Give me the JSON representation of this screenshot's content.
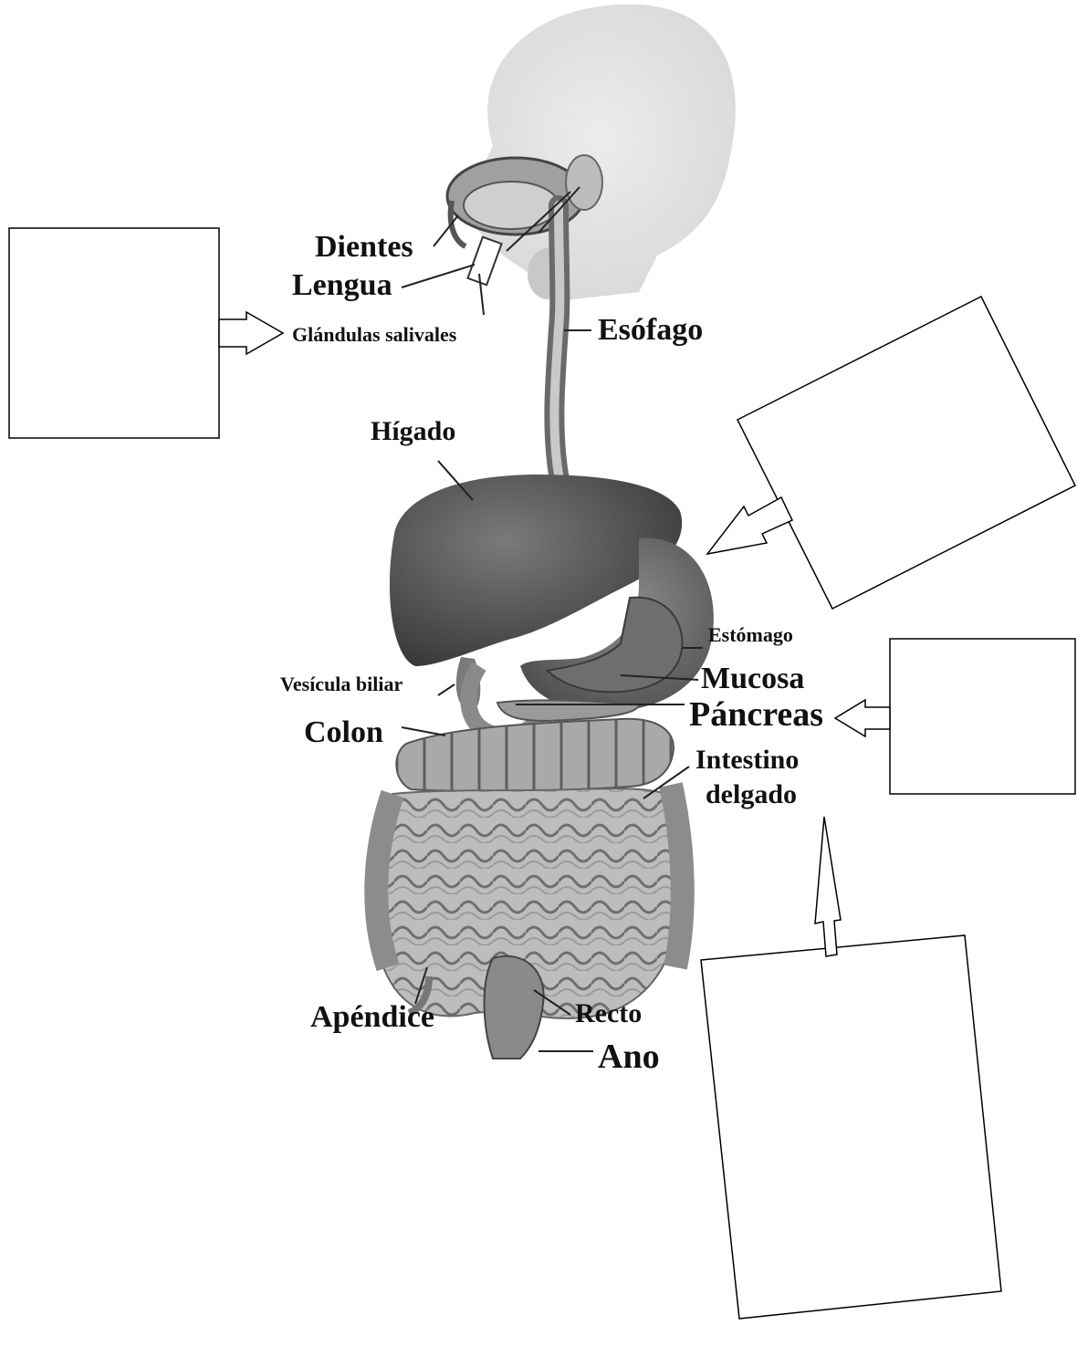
{
  "labels": {
    "dientes": "Dientes",
    "lengua": "Lengua",
    "glandulas": "Glándulas salivales",
    "esofago": "Esófago",
    "higado": "Hígado",
    "estomago": "Estómago",
    "mucosa": "Mucosa",
    "pancreas": "Páncreas",
    "vesicula": "Vesícula biliar",
    "colon": "Colon",
    "intestino_1": "Intestino",
    "intestino_2": "delgado",
    "apendice": "Apéndice",
    "recto": "Recto",
    "ano": "Ano"
  },
  "answer_boxes": [
    {
      "id": "box-glandulas",
      "text": ""
    },
    {
      "id": "box-estomago",
      "text": ""
    },
    {
      "id": "box-pancreas",
      "text": ""
    },
    {
      "id": "box-intestino",
      "text": ""
    }
  ],
  "colors": {
    "organ_dark": "#4a4a4a",
    "organ_mid": "#8a8a8a",
    "organ_light": "#c4c4c4",
    "head_shade": "#e3e3e3"
  }
}
